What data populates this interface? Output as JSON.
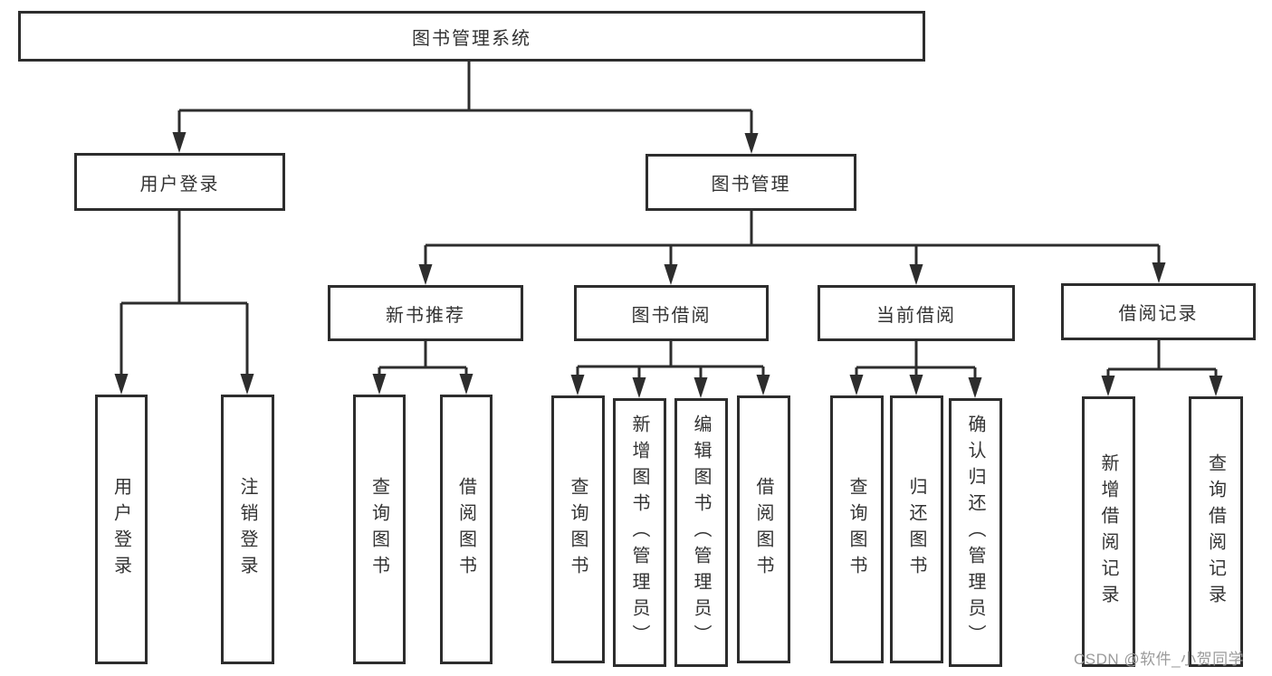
{
  "root": {
    "label": "图书管理系统"
  },
  "branches": {
    "user_login": {
      "label": "用户登录",
      "children": [
        {
          "label": "用户登录"
        },
        {
          "label": "注销登录"
        }
      ]
    },
    "book_mgmt": {
      "label": "图书管理",
      "sections": [
        {
          "label": "新书推荐",
          "children": [
            {
              "label": "查询图书"
            },
            {
              "label": "借阅图书"
            }
          ]
        },
        {
          "label": "图书借阅",
          "children": [
            {
              "label": "查询图书"
            },
            {
              "label": "新增图书（管理员）"
            },
            {
              "label": "编辑图书（管理员）"
            },
            {
              "label": "借阅图书"
            }
          ]
        },
        {
          "label": "当前借阅",
          "children": [
            {
              "label": "查询图书"
            },
            {
              "label": "归还图书"
            },
            {
              "label": "确认归还（管理员）"
            }
          ]
        },
        {
          "label": "借阅记录",
          "children": [
            {
              "label": "新增借阅记录"
            },
            {
              "label": "查询借阅记录"
            }
          ]
        }
      ]
    }
  },
  "watermark": {
    "text": "CSDN @软件_小贺同学",
    "color": "#9b9b9b"
  },
  "colors": {
    "line": "#2d2d2d",
    "text": "#333333",
    "background": "#ffffff"
  }
}
